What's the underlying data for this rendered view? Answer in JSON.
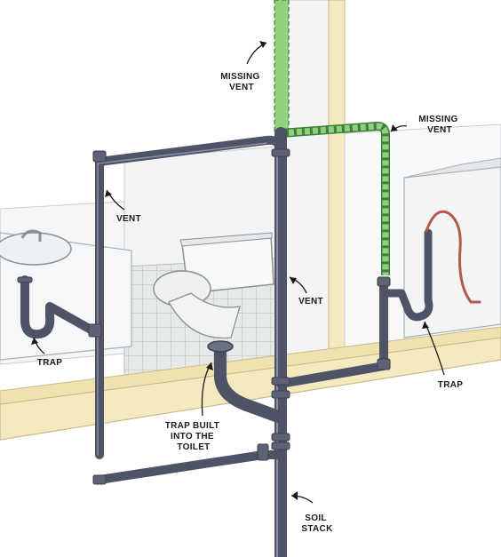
{
  "labels": {
    "missing_vent_left": [
      "MISSING",
      "VENT"
    ],
    "missing_vent_right": [
      "MISSING",
      "VENT"
    ],
    "vent_left": "VENT",
    "vent_center": "VENT",
    "trap_left": "TRAP",
    "trap_right": "TRAP",
    "trap_toilet": [
      "TRAP BUILT",
      "INTO THE",
      "TOILET"
    ],
    "soil_stack": [
      "SOIL",
      "STACK"
    ]
  },
  "colors": {
    "pipe": "#4f5366",
    "pipe_highlight": "#8a8fa3",
    "missing_vent": "#8fd17e",
    "missing_vent_outline": "#3e7f3a",
    "wall_wood": "#f4e9bf",
    "wall_face": "#f3f5f7",
    "floor_tile": "#dfe3e0",
    "supply_line": "#b5574a"
  }
}
